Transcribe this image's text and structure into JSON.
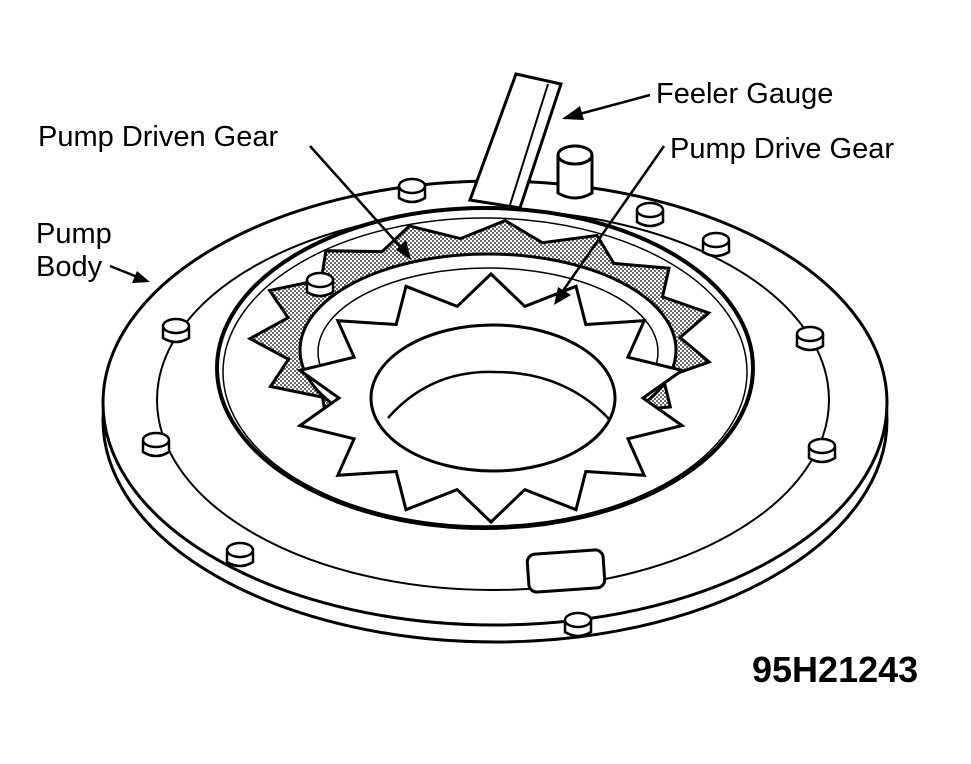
{
  "labels": {
    "feeler_gauge": "Feeler Gauge",
    "pump_driven_gear": "Pump Driven Gear",
    "pump_drive_gear": "Pump Drive Gear",
    "pump_body_line1": "Pump",
    "pump_body_line2": "Body"
  },
  "figure_id": "95H21243",
  "colors": {
    "line": "#000000",
    "background": "#ffffff",
    "gear_shading": "#bbbbbb"
  },
  "drive_gear_teeth": 14,
  "driven_gear_teeth": 15,
  "bolt_count": 10
}
